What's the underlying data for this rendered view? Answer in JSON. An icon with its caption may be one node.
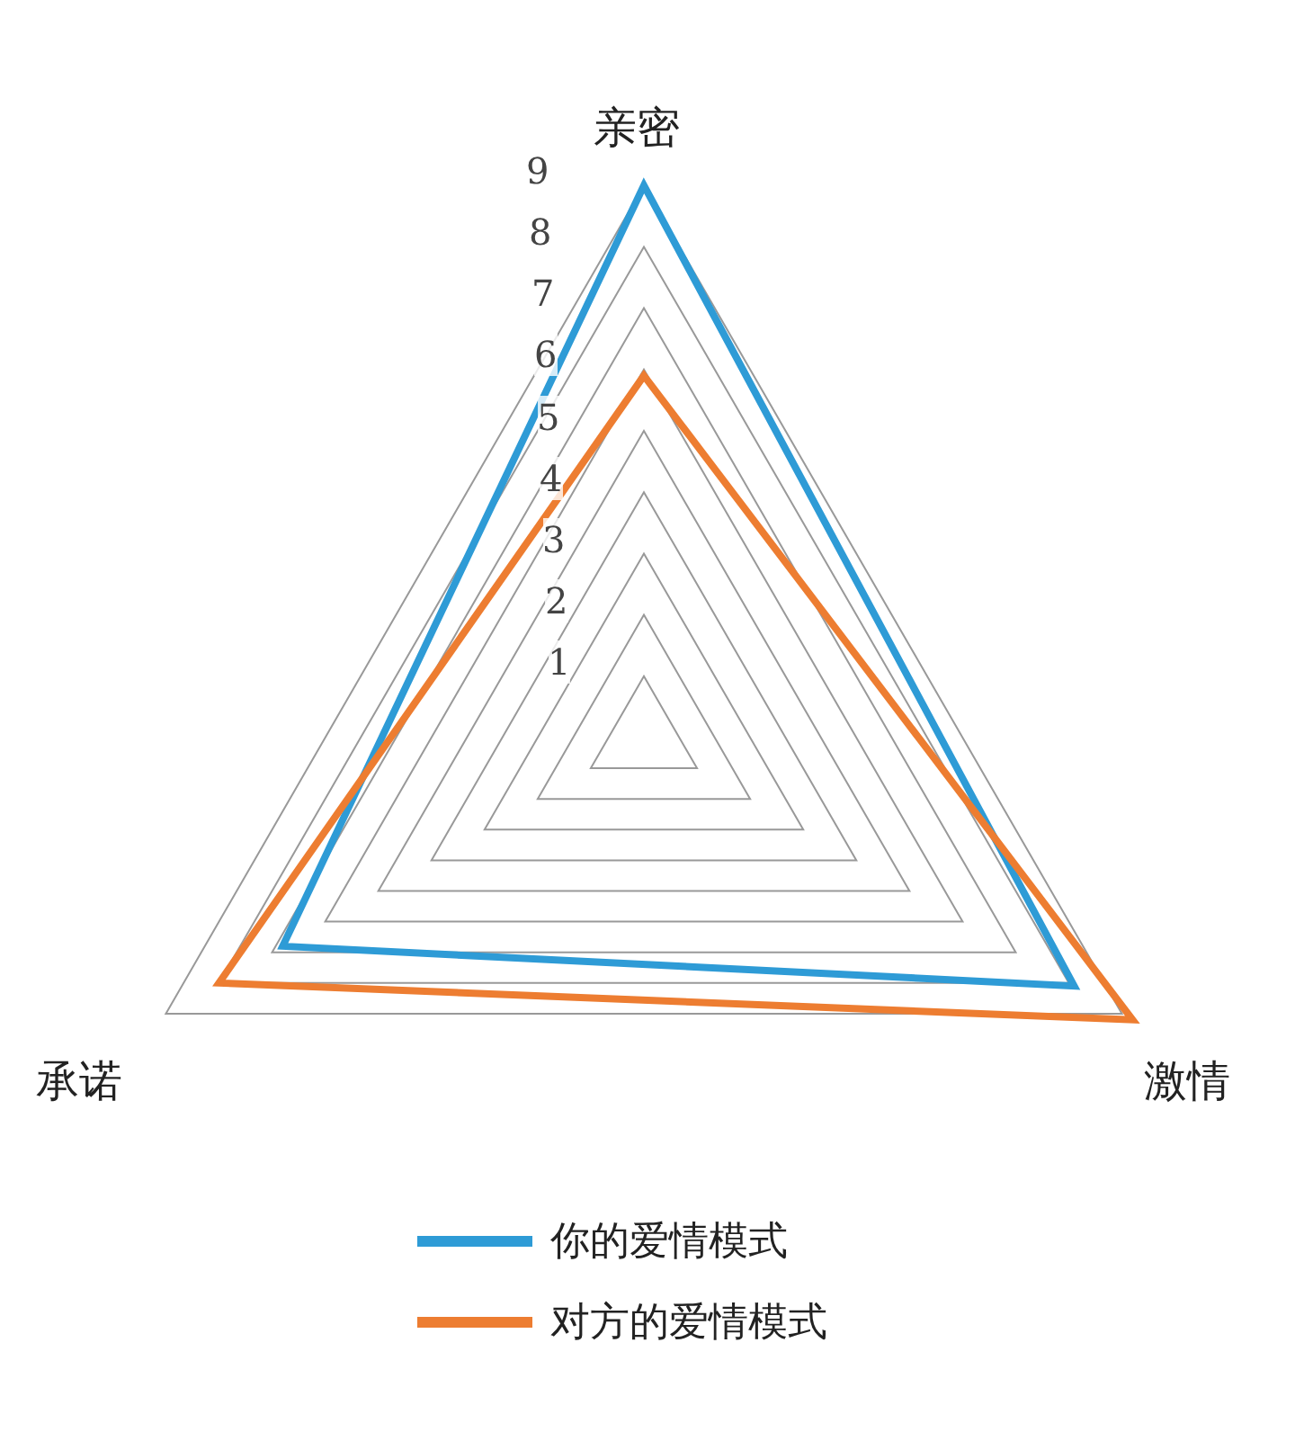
{
  "diagram": {
    "labels": [
      "亲密",
      "9",
      "8",
      "7",
      "6",
      "5",
      "4",
      "3",
      "2",
      "1",
      "承诺",
      "激情"
    ],
    "legend": [
      {
        "text": "你的爱情模式",
        "color": "#2e9bd6"
      },
      {
        "text": "对方的爱情模式",
        "color": "#ed7d31"
      }
    ]
  }
}
